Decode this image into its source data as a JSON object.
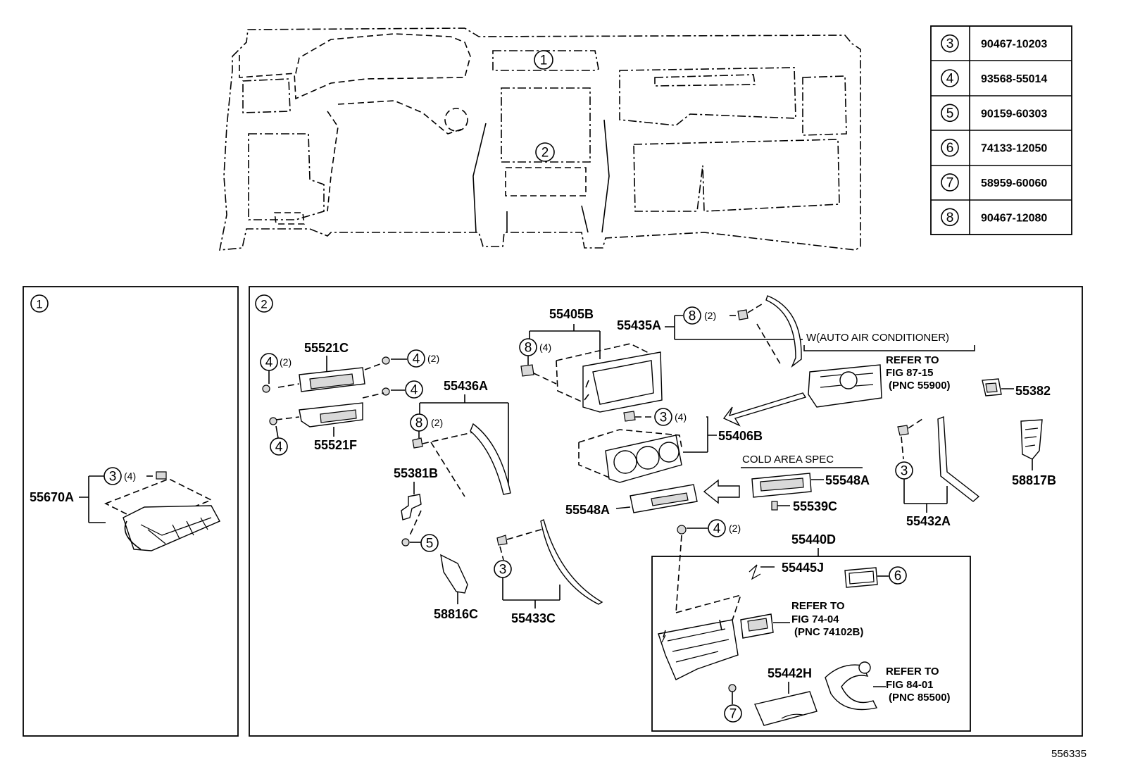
{
  "callout_table": [
    {
      "ref": "3",
      "part_no": "90467-10203"
    },
    {
      "ref": "4",
      "part_no": "93568-55014"
    },
    {
      "ref": "5",
      "part_no": "90159-60303"
    },
    {
      "ref": "6",
      "part_no": "74133-12050"
    },
    {
      "ref": "7",
      "part_no": "58959-60060"
    },
    {
      "ref": "8",
      "part_no": "90467-12080"
    }
  ],
  "overview": {
    "area1_marker": "1",
    "area2_marker": "2"
  },
  "panel1": {
    "marker": "1",
    "part_55670A": "55670A",
    "c3": "3",
    "c3_qty": "(4)"
  },
  "panel2": {
    "marker": "2",
    "p55521C": "55521C",
    "p55521F": "55521F",
    "p55436A": "55436A",
    "p55381B": "55381B",
    "p58816C": "58816C",
    "p55433C": "55433C",
    "p55405B": "55405B",
    "p55435A": "55435A",
    "p55406B": "55406B",
    "p55548A_a": "55548A",
    "p55548A_b": "55548A",
    "p55539C": "55539C",
    "p55440D": "55440D",
    "p55445J": "55445J",
    "p55442H": "55442H",
    "p55382": "55382",
    "p58817B": "58817B",
    "p55432A": "55432A",
    "qty2": "(2)",
    "qty4": "(4)",
    "auto_ac": "W(AUTO AIR CONDITIONER)",
    "cold_area": "COLD AREA SPEC",
    "ref1_a": "REFER TO",
    "ref1_b": "FIG 87-15",
    "ref1_c": "(PNC 55900)",
    "ref2_a": "REFER TO",
    "ref2_b": "FIG 74-04",
    "ref2_c": "(PNC 74102B)",
    "ref3_a": "REFER TO",
    "ref3_b": "FIG 84-01",
    "ref3_c": "(PNC 85500)"
  },
  "callouts": {
    "c3": "3",
    "c4": "4",
    "c5": "5",
    "c6": "6",
    "c7": "7",
    "c8": "8"
  },
  "figure_id": "556335"
}
